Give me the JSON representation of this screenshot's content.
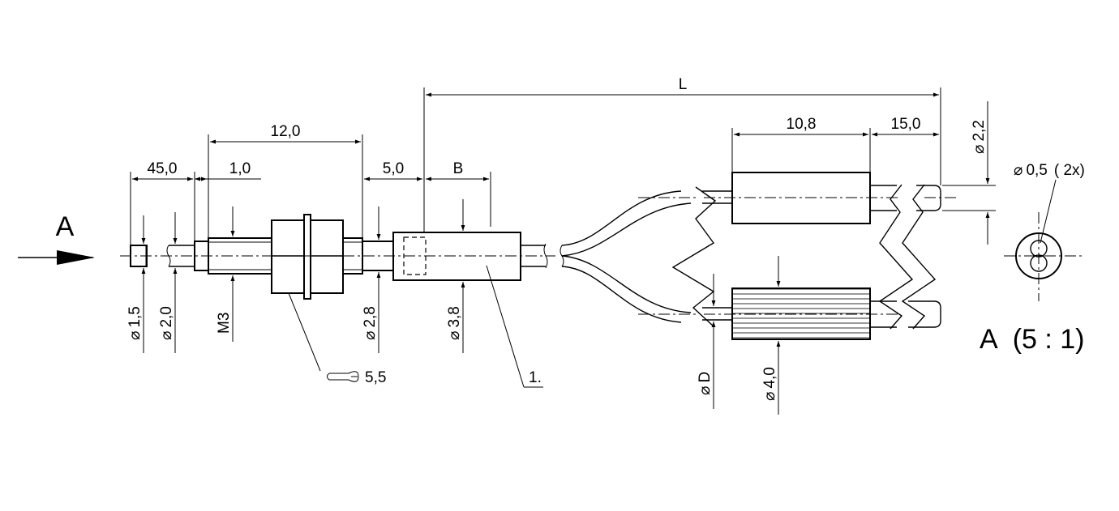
{
  "view_arrow_label": "A",
  "dimensions": {
    "length": "L",
    "d_12_0": "12,0",
    "d_45_0": "45,0",
    "d_1_0": "1,0",
    "d_5_0": "5,0",
    "d_b": "B",
    "d_10_8": "10,8",
    "d_15_0": "15,0",
    "dia_1_5": "1,5",
    "dia_2_0": "2,0",
    "thread_m3": "M3",
    "dia_2_8": "2,8",
    "dia_3_8": "3,8",
    "dia_d": "D",
    "dia_4_0": "4,0",
    "dia_2_2": "2,2",
    "dia_0_5": "0,5",
    "qty_2x": "( 2x)",
    "wrench_size": "5,5",
    "note_ref": "1."
  },
  "detail_view": {
    "label": "A",
    "scale": "(5 : 1)"
  },
  "symbols": {
    "diameter": "⌀"
  }
}
